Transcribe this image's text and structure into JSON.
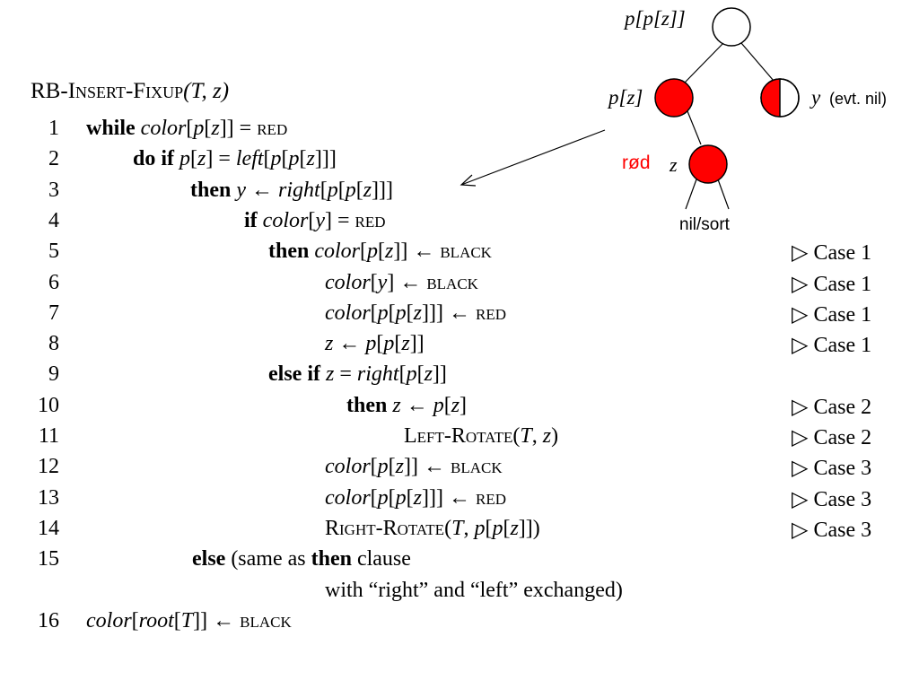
{
  "title": {
    "pre": "RB-",
    "name": "Insert-Fixup",
    "args": "(T, z)"
  },
  "lines": [
    {
      "num": "1",
      "indent": 96,
      "parts": [
        {
          "t": "while ",
          "s": "kw"
        },
        {
          "t": "color",
          "s": "it"
        },
        {
          "t": "[",
          "s": ""
        },
        {
          "t": "p",
          "s": "it"
        },
        {
          "t": "[",
          "s": ""
        },
        {
          "t": "z",
          "s": "it"
        },
        {
          "t": "]] = ",
          "s": ""
        },
        {
          "t": "red",
          "s": "sc"
        }
      ],
      "comment": ""
    },
    {
      "num": "2",
      "indent": 148,
      "parts": [
        {
          "t": "do if ",
          "s": "kw"
        },
        {
          "t": "p",
          "s": "it"
        },
        {
          "t": "[",
          "s": ""
        },
        {
          "t": "z",
          "s": "it"
        },
        {
          "t": "] = ",
          "s": ""
        },
        {
          "t": "left",
          "s": "it"
        },
        {
          "t": "[",
          "s": ""
        },
        {
          "t": "p",
          "s": "it"
        },
        {
          "t": "[",
          "s": ""
        },
        {
          "t": "p",
          "s": "it"
        },
        {
          "t": "[",
          "s": ""
        },
        {
          "t": "z",
          "s": "it"
        },
        {
          "t": "]]]",
          "s": ""
        }
      ],
      "comment": ""
    },
    {
      "num": "3",
      "indent": 212,
      "parts": [
        {
          "t": "then ",
          "s": "kw"
        },
        {
          "t": "y",
          "s": "it"
        },
        {
          "t": " ← ",
          "s": ""
        },
        {
          "t": "right",
          "s": "it"
        },
        {
          "t": "[",
          "s": ""
        },
        {
          "t": "p",
          "s": "it"
        },
        {
          "t": "[",
          "s": ""
        },
        {
          "t": "p",
          "s": "it"
        },
        {
          "t": "[",
          "s": ""
        },
        {
          "t": "z",
          "s": "it"
        },
        {
          "t": "]]]",
          "s": ""
        }
      ],
      "comment": ""
    },
    {
      "num": "4",
      "indent": 272,
      "parts": [
        {
          "t": "if ",
          "s": "kw"
        },
        {
          "t": "color",
          "s": "it"
        },
        {
          "t": "[",
          "s": ""
        },
        {
          "t": "y",
          "s": "it"
        },
        {
          "t": "] = ",
          "s": ""
        },
        {
          "t": "red",
          "s": "sc"
        }
      ],
      "comment": ""
    },
    {
      "num": "5",
      "indent": 299,
      "parts": [
        {
          "t": "then ",
          "s": "kw"
        },
        {
          "t": "color",
          "s": "it"
        },
        {
          "t": "[",
          "s": ""
        },
        {
          "t": "p",
          "s": "it"
        },
        {
          "t": "[",
          "s": ""
        },
        {
          "t": "z",
          "s": "it"
        },
        {
          "t": "]] ← ",
          "s": ""
        },
        {
          "t": "black",
          "s": "sc"
        }
      ],
      "comment": "▷ Case 1"
    },
    {
      "num": "6",
      "indent": 362,
      "parts": [
        {
          "t": "color",
          "s": "it"
        },
        {
          "t": "[",
          "s": ""
        },
        {
          "t": "y",
          "s": "it"
        },
        {
          "t": "] ← ",
          "s": ""
        },
        {
          "t": "black",
          "s": "sc"
        }
      ],
      "comment": "▷ Case 1"
    },
    {
      "num": "7",
      "indent": 362,
      "parts": [
        {
          "t": "color",
          "s": "it"
        },
        {
          "t": "[",
          "s": ""
        },
        {
          "t": "p",
          "s": "it"
        },
        {
          "t": "[",
          "s": ""
        },
        {
          "t": "p",
          "s": "it"
        },
        {
          "t": "[",
          "s": ""
        },
        {
          "t": "z",
          "s": "it"
        },
        {
          "t": "]]] ← ",
          "s": ""
        },
        {
          "t": "red",
          "s": "sc"
        }
      ],
      "comment": "▷ Case 1"
    },
    {
      "num": "8",
      "indent": 362,
      "parts": [
        {
          "t": "z",
          "s": "it"
        },
        {
          "t": " ← ",
          "s": ""
        },
        {
          "t": "p",
          "s": "it"
        },
        {
          "t": "[",
          "s": ""
        },
        {
          "t": "p",
          "s": "it"
        },
        {
          "t": "[",
          "s": ""
        },
        {
          "t": "z",
          "s": "it"
        },
        {
          "t": "]]",
          "s": ""
        }
      ],
      "comment": "▷ Case 1"
    },
    {
      "num": "9",
      "indent": 299,
      "parts": [
        {
          "t": "else  if ",
          "s": "kw"
        },
        {
          "t": "z",
          "s": "it"
        },
        {
          "t": " = ",
          "s": ""
        },
        {
          "t": "right",
          "s": "it"
        },
        {
          "t": "[",
          "s": ""
        },
        {
          "t": "p",
          "s": "it"
        },
        {
          "t": "[",
          "s": ""
        },
        {
          "t": "z",
          "s": "it"
        },
        {
          "t": "]]",
          "s": ""
        }
      ],
      "comment": ""
    },
    {
      "num": "10",
      "indent": 386,
      "parts": [
        {
          "t": "then ",
          "s": "kw"
        },
        {
          "t": "z",
          "s": "it"
        },
        {
          "t": " ← ",
          "s": ""
        },
        {
          "t": "p",
          "s": "it"
        },
        {
          "t": "[",
          "s": ""
        },
        {
          "t": "z",
          "s": "it"
        },
        {
          "t": "]",
          "s": ""
        }
      ],
      "comment": "▷ Case 2"
    },
    {
      "num": "11",
      "indent": 450,
      "parts": [
        {
          "t": "Left-Rotate",
          "s": "sc"
        },
        {
          "t": "(",
          "s": ""
        },
        {
          "t": "T",
          "s": "it"
        },
        {
          "t": ", ",
          "s": ""
        },
        {
          "t": "z",
          "s": "it"
        },
        {
          "t": ")",
          "s": ""
        }
      ],
      "comment": "▷ Case 2"
    },
    {
      "num": "12",
      "indent": 362,
      "parts": [
        {
          "t": "color",
          "s": "it"
        },
        {
          "t": "[",
          "s": ""
        },
        {
          "t": "p",
          "s": "it"
        },
        {
          "t": "[",
          "s": ""
        },
        {
          "t": "z",
          "s": "it"
        },
        {
          "t": "]] ← ",
          "s": ""
        },
        {
          "t": "black",
          "s": "sc"
        }
      ],
      "comment": "▷ Case 3"
    },
    {
      "num": "13",
      "indent": 362,
      "parts": [
        {
          "t": "color",
          "s": "it"
        },
        {
          "t": "[",
          "s": ""
        },
        {
          "t": "p",
          "s": "it"
        },
        {
          "t": "[",
          "s": ""
        },
        {
          "t": "p",
          "s": "it"
        },
        {
          "t": "[",
          "s": ""
        },
        {
          "t": "z",
          "s": "it"
        },
        {
          "t": "]]] ← ",
          "s": ""
        },
        {
          "t": "red",
          "s": "sc"
        }
      ],
      "comment": "▷ Case 3"
    },
    {
      "num": "14",
      "indent": 362,
      "parts": [
        {
          "t": "Right-Rotate",
          "s": "sc"
        },
        {
          "t": "(",
          "s": ""
        },
        {
          "t": "T",
          "s": "it"
        },
        {
          "t": ", ",
          "s": ""
        },
        {
          "t": "p",
          "s": "it"
        },
        {
          "t": "[",
          "s": ""
        },
        {
          "t": "p",
          "s": "it"
        },
        {
          "t": "[",
          "s": ""
        },
        {
          "t": "z",
          "s": "it"
        },
        {
          "t": "]])",
          "s": ""
        }
      ],
      "comment": "▷ Case 3"
    },
    {
      "num": "15",
      "indent": 214,
      "parts": [
        {
          "t": "else",
          "s": "kw"
        },
        {
          "t": "  (same as ",
          "s": ""
        },
        {
          "t": "then",
          "s": "kw"
        },
        {
          "t": " clause",
          "s": ""
        }
      ],
      "comment": ""
    },
    {
      "num": "",
      "indent": 362,
      "parts": [
        {
          "t": "with “right” and “left” exchanged)",
          "s": ""
        }
      ],
      "comment": ""
    },
    {
      "num": "16",
      "indent": 96,
      "parts": [
        {
          "t": "color",
          "s": "it"
        },
        {
          "t": "[",
          "s": ""
        },
        {
          "t": "root",
          "s": "it"
        },
        {
          "t": "[",
          "s": ""
        },
        {
          "t": "T",
          "s": "it"
        },
        {
          "t": "]] ← ",
          "s": ""
        },
        {
          "t": "black",
          "s": "sc"
        }
      ],
      "comment": ""
    }
  ],
  "diagram": {
    "grandparent_label": "p[p[z]]",
    "parent_label": "p[z]",
    "uncle_var": "y",
    "uncle_note": "(evt. nil)",
    "node_color_word": "rød",
    "node_var": "z",
    "leaf_label": "nil/sort",
    "colors": {
      "red": "#ff0000",
      "outline": "#000000",
      "white": "#ffffff"
    }
  }
}
